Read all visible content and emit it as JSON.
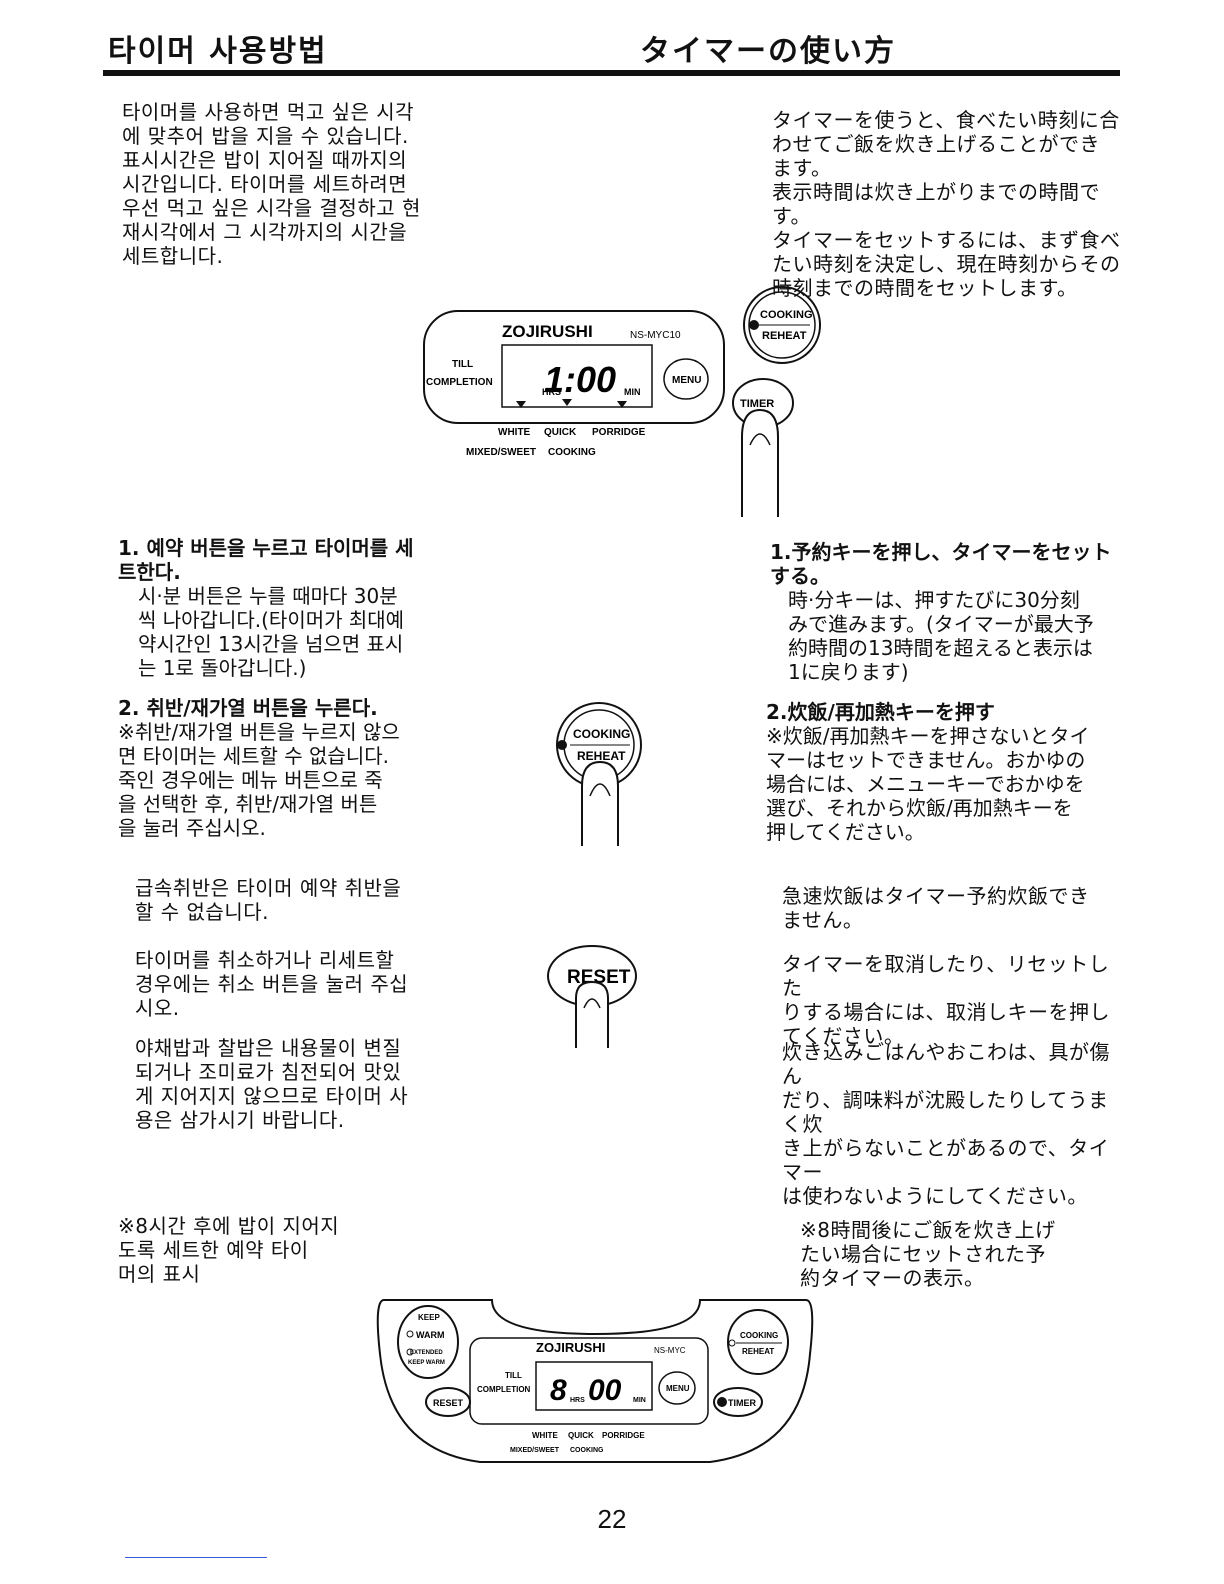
{
  "header": {
    "title_ko": "타이머 사용방법",
    "title_ja": "タイマーの使い方"
  },
  "intro": {
    "ko": "타이머를 사용하면 먹고 싶은 시각\n에 맞추어 밥을 지을 수 있습니다.\n표시시간은 밥이 지어질 때까지의\n시간입니다. 타이머를 세트하려면\n우선 먹고 싶은 시각을 결정하고 현\n재시각에서 그 시각까지의 시간을\n세트합니다.",
    "ja": "タイマーを使うと、食べたい時刻に合\nわせてご飯を炊き上げることができ\nます。\n表示時間は炊き上がりまでの時間です。\nタイマーをセットするには、まず食べ\nたい時刻を決定し、現在時刻からその\n時刻までの時間をセットします。"
  },
  "panel1": {
    "brand": "ZOJIRUSHI",
    "model": "NS-MYC10",
    "till": "TILL",
    "completion": "COMPLETION",
    "digits": "1:00",
    "hrs": "HRS",
    "min": "MIN",
    "menu": "MENU",
    "menu_items_row1": [
      "WHITE",
      "QUICK",
      "PORRIDGE"
    ],
    "menu_items_row2": [
      "MIXED/SWEET",
      "COOKING"
    ],
    "cooking": "COOKING",
    "reheat": "REHEAT",
    "timer": "TIMER"
  },
  "steps": {
    "step1_title_ko": "1. 예약 버튼을 누르고 타이머를 세\n    트한다.",
    "step1_body_ko": "시·분 버튼은 누를 때마다 30분\n씩 나아갑니다.(타이머가 최대예\n약시간인 13시간을 넘으면 표시\n는 1로 돌아갑니다.)",
    "step1_title_ja": "1.予約キーを押し、タイマーをセット\n   する。",
    "step1_body_ja": "時·分キーは、押すたびに30分刻\nみで進みます。(タイマーが最大予\n約時間の13時間を超えると表示は\n1に戻ります)",
    "step2_title_ko": "2. 취반/재가열 버튼을 누른다.",
    "step2_body_ko": "※취반/재가열 버튼을 누르지 않으\n   면 타이머는 세트할 수 없습니다.\n   죽인 경우에는 메뉴 버튼으로 죽\n   을 선택한 후, 취반/재가열 버튼\n   을 눌러 주십시오.",
    "step2_title_ja": "2.炊飯/再加熱キーを押す",
    "step2_body_ja": "※炊飯/再加熱キーを押さないとタイ\n   マーはセットできません。おかゆの\n   場合には、メニューキーでおかゆを\n   選び、それから炊飯/再加熱キーを\n   押してください。"
  },
  "button_cooking": {
    "top": "COOKING",
    "bottom": "REHEAT"
  },
  "button_reset": {
    "label": "RESET"
  },
  "notes": {
    "quick_ko": "급속취반은 타이머 예약 취반을\n할 수 없습니다.",
    "quick_ja": "急速炊飯はタイマー予約炊飯でき\nません。",
    "reset_ko": "타이머를 취소하거나 리세트할\n경우에는 취소 버튼을 눌러 주십\n시오.",
    "reset_ja": "タイマーを取消したり、リセットした\nりする場合には、取消しキーを押し\nてください。",
    "mixed_ko": "야채밥과 찰밥은 내용물이 변질\n되거나 조미료가 침전되어 맛있\n게 지어지지 않으므로 타이머 사\n용은 삼가시기 바랍니다.",
    "mixed_ja": "炊き込みごはんやおこわは、具が傷ん\nだり、調味料が沈殿したりしてうまく炊\nき上がらないことがあるので、タイマー\nは使わないようにしてください。",
    "example_ko": "※8시간 후에 밥이 지어지\n   도록 세트한 예약 타이\n   머의 표시",
    "example_ja": "※8時間後にご飯を炊き上げ\n   たい場合にセットされた予\n   約タイマーの表示。"
  },
  "panel2": {
    "keep": "KEEP",
    "warm": "WARM",
    "extended": "EXTENDED",
    "keep_warm2": "KEEP WARM",
    "brand": "ZOJIRUSHI",
    "model": "NS-MYC",
    "till": "TILL",
    "completion": "COMPLETION",
    "digit_h": "8",
    "hrs": "HRS",
    "digits_m": "00",
    "min": "MIN",
    "menu": "MENU",
    "reset": "RESET",
    "timer": "TIMER",
    "cooking": "COOKING",
    "reheat": "REHEAT",
    "menu_items_row1": [
      "WHITE",
      "QUICK",
      "PORRIDGE"
    ],
    "menu_items_row2": [
      "MIXED/SWEET",
      "COOKING"
    ]
  },
  "footer": {
    "page_number": "22"
  }
}
